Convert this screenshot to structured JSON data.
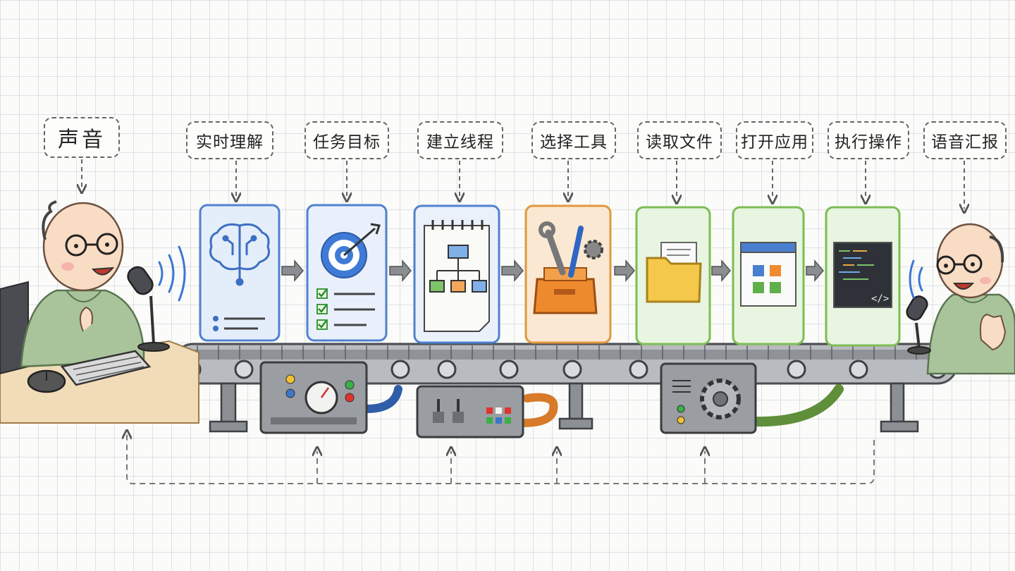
{
  "labels": {
    "voice": "声音",
    "understand": "实时理解",
    "goal": "任务目标",
    "thread": "建立线程",
    "tools": "选择工具",
    "read_file": "读取文件",
    "open_app": "打开应用",
    "execute": "执行操作",
    "report": "语音汇报"
  },
  "icons": {
    "understand": "brain-circuit-icon",
    "goal": "target-checklist-icon",
    "thread": "flowchart-notepad-icon",
    "tools": "toolbox-icon",
    "read_file": "folder-document-icon",
    "open_app": "app-window-icon",
    "execute": "code-terminal-icon"
  },
  "colors": {
    "blue_card": "#5b8fd8",
    "orange_card": "#e8a34d",
    "green_card": "#86c45e",
    "hoodie": "#a9c49a",
    "machine": "#8a8d92"
  }
}
